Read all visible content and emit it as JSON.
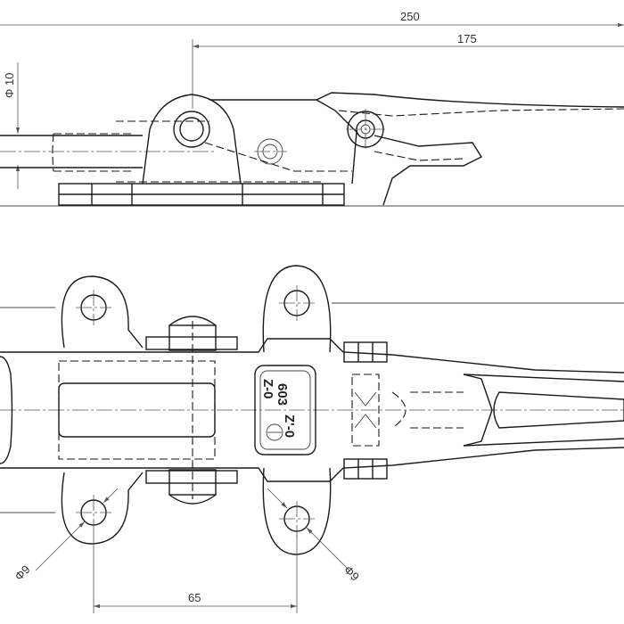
{
  "drawing": {
    "dimensions": {
      "overall_length": "250",
      "pivot_to_end": "175",
      "pin_diameter": "Φ 10",
      "hole_spacing": "65",
      "hole_diameter_left": "Φ9",
      "hole_diameter_right": "Φ9"
    },
    "marking": {
      "top": "603",
      "middle": "Z-0",
      "bottom": "Z'-0"
    }
  }
}
